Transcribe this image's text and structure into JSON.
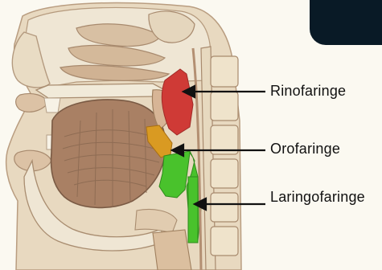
{
  "labels": {
    "nasopharynx": "Rinofaringe",
    "oropharynx": "Orofaringe",
    "laryngopharynx": "Laringofaringe"
  },
  "colors": {
    "nasopharynx": "#cf3a36",
    "oropharynx": "#d99a22",
    "laryngopharynx": "#49c22c",
    "bone": "#ede3cf",
    "tissue": "#d9b595",
    "muscle": "#a57c5f",
    "corner": "#091a26"
  },
  "icons": [
    "arrow-icon"
  ]
}
